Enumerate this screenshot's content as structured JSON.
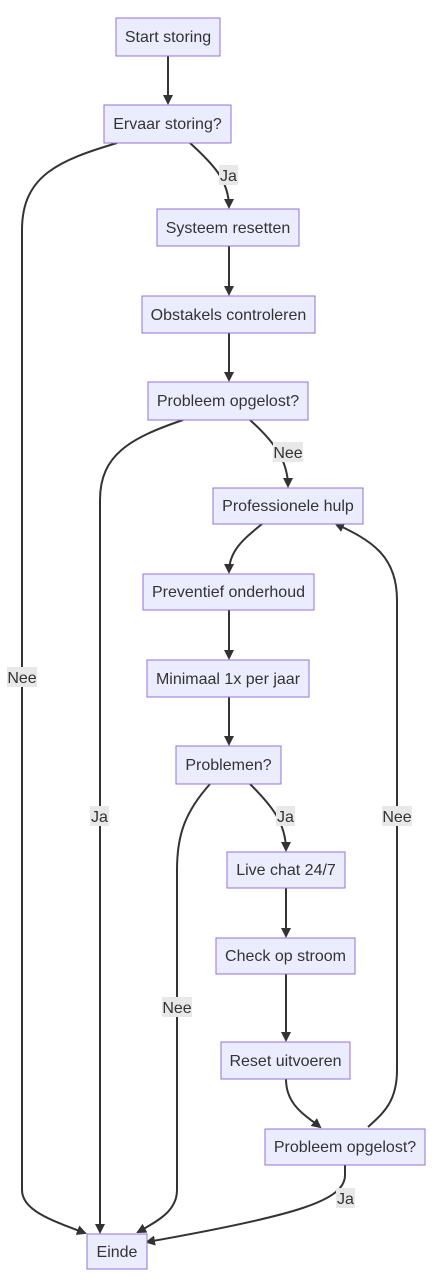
{
  "colors": {
    "node_fill": "#ECECFF",
    "node_stroke": "#9370DB",
    "edge": "#333333",
    "label_bg": "#e8e8e8",
    "text": "#333333"
  },
  "nodes": {
    "start": "Start storing",
    "experience": "Ervaar storing?",
    "reset_system": "Systeem resetten",
    "check_obstacles": "Obstakels controleren",
    "solved1": "Probleem opgelost?",
    "professional": "Professionele hulp",
    "preventive": "Preventief onderhoud",
    "yearly": "Minimaal 1x per jaar",
    "problems": "Problemen?",
    "live_chat": "Live chat 24/7",
    "check_power": "Check op stroom",
    "do_reset": "Reset uitvoeren",
    "solved2": "Probleem opgelost?",
    "end": "Einde"
  },
  "edge_labels": {
    "experience_yes": "Ja",
    "experience_no": "Nee",
    "solved1_yes": "Ja",
    "solved1_no": "Nee",
    "problems_yes": "Ja",
    "problems_no": "Nee",
    "solved2_no": "Nee",
    "solved2_yes": "Ja"
  }
}
